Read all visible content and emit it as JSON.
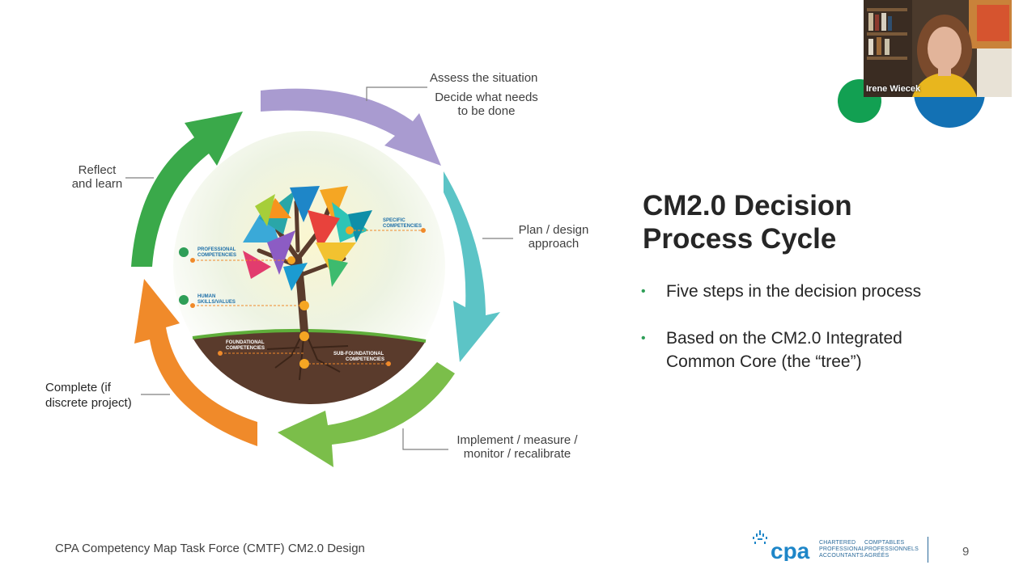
{
  "slide": {
    "title_lines": [
      "CM2.0 Decision",
      "Process Cycle"
    ],
    "bullets": [
      "Five steps in the decision process",
      "Based on the CM2.0 Integrated Common Core (the “tree”)"
    ],
    "footer": "CPA Competency Map Task Force (CMTF) CM2.0 Design",
    "page_number": "9"
  },
  "cycle": {
    "steps": [
      {
        "lines": [
          "Assess the situation"
        ],
        "color": "#a99bd0"
      },
      {
        "lines": [
          "Decide what needs",
          "to be done"
        ],
        "color": "#a99bd0"
      },
      {
        "lines": [
          "Plan / design",
          "approach"
        ],
        "color": "#5cc4c6"
      },
      {
        "lines": [
          "Implement / measure /",
          "monitor / recalibrate"
        ],
        "color": "#7bbe4a"
      },
      {
        "lines": [
          "Complete (if",
          "discrete project)"
        ],
        "color": "#f08a2a"
      },
      {
        "lines": [
          "Reflect",
          "and learn"
        ],
        "color": "#3aa94a"
      }
    ]
  },
  "tree": {
    "labels": {
      "specific": [
        "SPECIFIC",
        "COMPETENCIES"
      ],
      "professional": [
        "PROFESSIONAL",
        "COMPETENCIES"
      ],
      "human": [
        "HUMAN",
        "SKILLS/VALUES"
      ],
      "foundational": [
        "FOUNDATIONAL",
        "COMPETENCIES"
      ],
      "sub_foundational": [
        "SUB-FOUNDATIONAL",
        "COMPETENCIES"
      ]
    }
  },
  "logo": {
    "mark": "cpa",
    "en": [
      "CHARTERED",
      "PROFESSIONAL",
      "ACCOUNTANTS"
    ],
    "fr": [
      "COMPTABLES",
      "PROFESSIONNELS",
      "AGRÉÉS"
    ]
  },
  "webcam": {
    "presenter_name": "Irene Wiecek"
  },
  "colors": {
    "title": "#262626",
    "bullet_dot": "#2e9e57",
    "brand_blue": "#2b6a9a"
  }
}
